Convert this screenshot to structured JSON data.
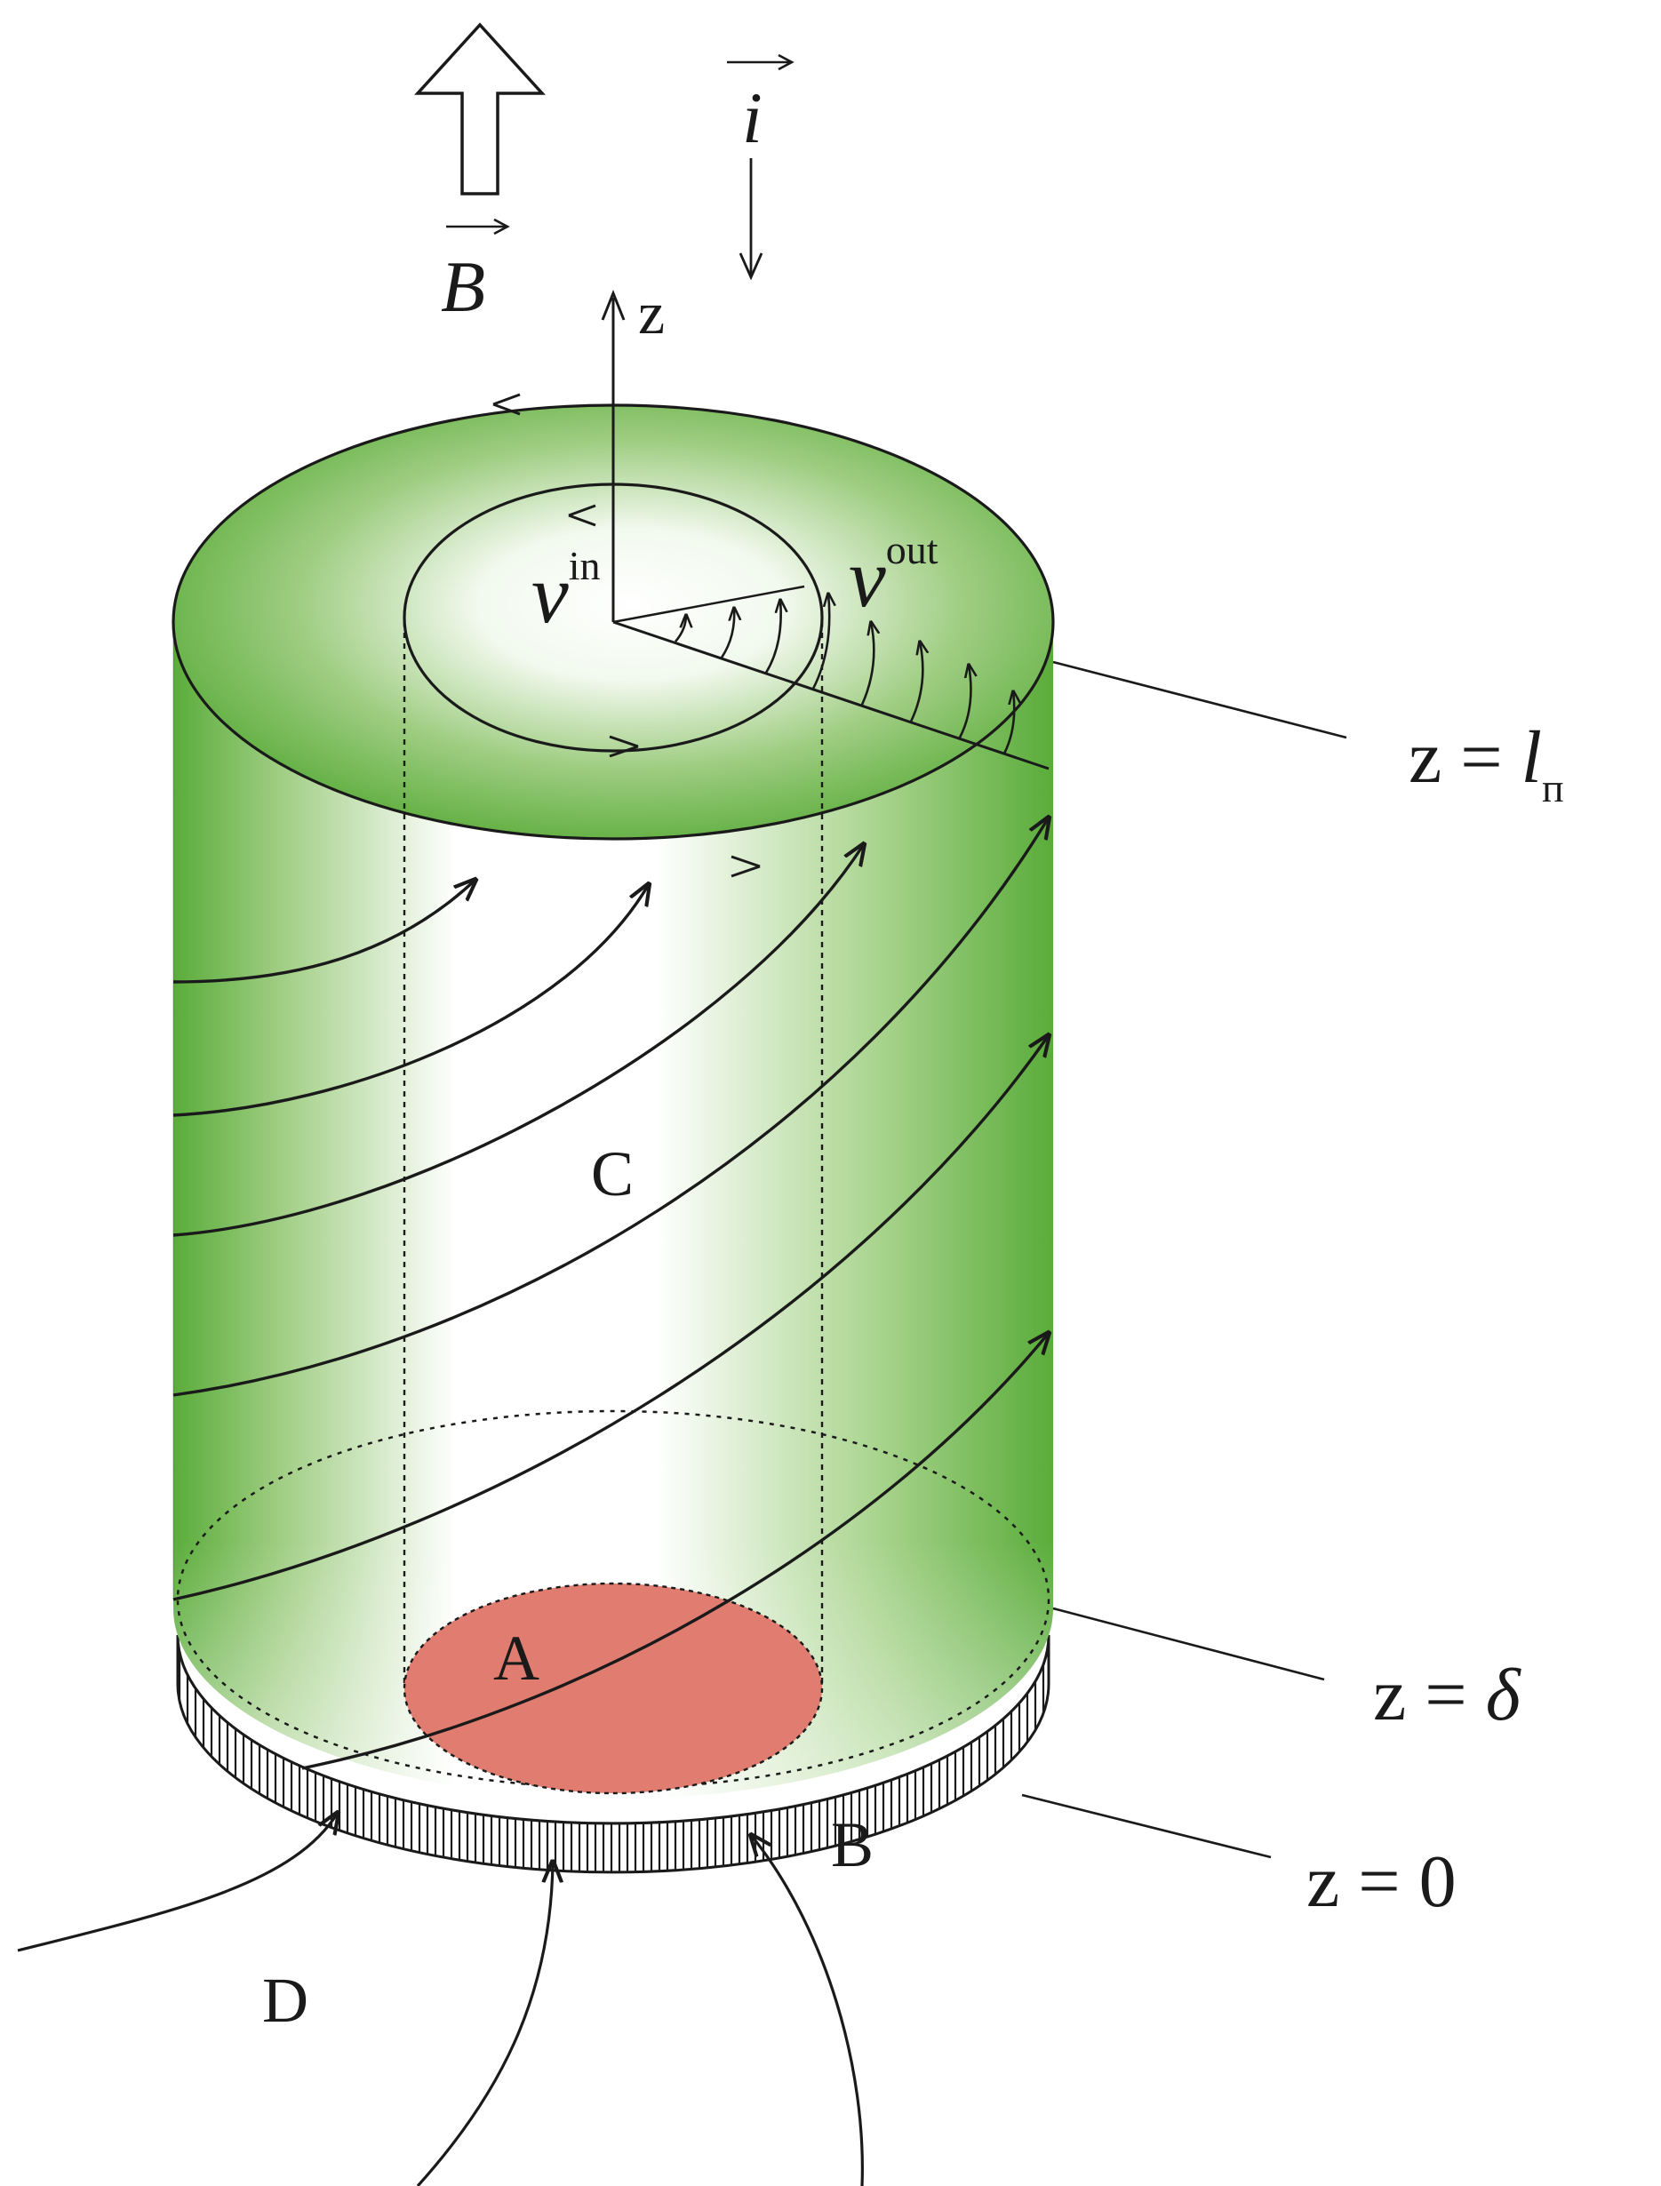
{
  "labels": {
    "vector_B": "B",
    "vector_i": "i",
    "axis_z": "z",
    "v_in_base": "v",
    "v_in_sup": "in",
    "v_out_base": "v",
    "v_out_sup": "out",
    "region_A": "A",
    "region_B": "B",
    "region_C": "C",
    "region_D": "D",
    "level_top_lhs": "z = ",
    "level_top_var": "l",
    "level_top_sub": "п",
    "level_mid_lhs": "z = ",
    "level_mid_var": "δ",
    "level_bottom": "z = 0"
  },
  "colors": {
    "cylinder_green": "#5aac3a",
    "region_A_red": "#e07c70",
    "ink": "#1a1a1a"
  },
  "icons": {
    "field_arrow": "hollow-up-arrow-icon",
    "current_arrow": "down-arrow-icon"
  }
}
